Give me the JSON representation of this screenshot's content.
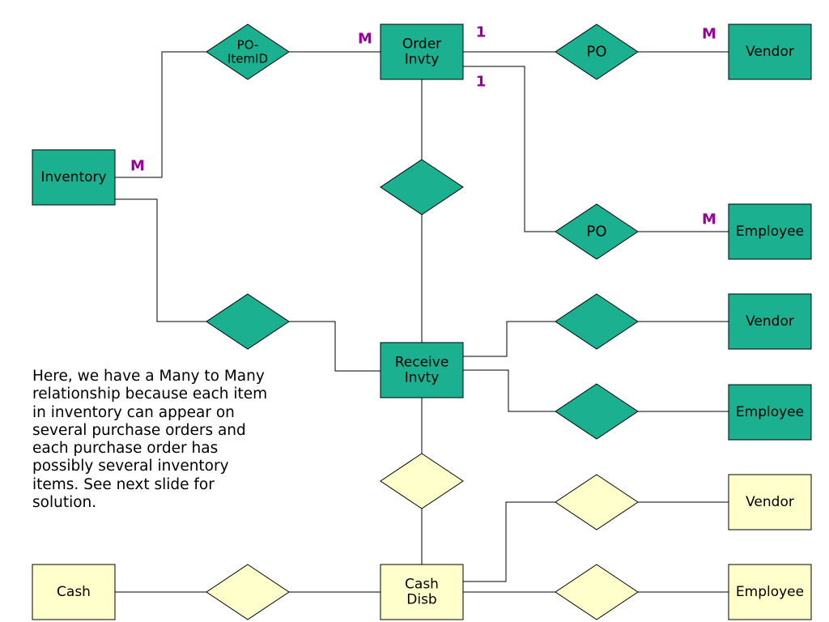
{
  "colors": {
    "teal": "#1bb08f",
    "cream": "#ffffcc",
    "line": "#000000",
    "cardinality": "#990099",
    "text": "#000000"
  },
  "entities": {
    "order_invty": [
      "Order",
      "Invty"
    ],
    "vendor_1": [
      "Vendor"
    ],
    "inventory": [
      "Inventory"
    ],
    "employee_1": [
      "Employee"
    ],
    "vendor_2": [
      "Vendor"
    ],
    "receive_invty": [
      "Receive",
      "Invty"
    ],
    "employee_2": [
      "Employee"
    ],
    "vendor_3": [
      "Vendor"
    ],
    "cash": [
      "Cash"
    ],
    "cash_disb": [
      "Cash",
      "Disb"
    ],
    "employee_3": [
      "Employee"
    ]
  },
  "relationships": {
    "po_itemid": [
      "PO-",
      "ItemID"
    ],
    "po_vendor": [
      "PO"
    ],
    "po_employee": [
      "PO"
    ],
    "order_receive": [],
    "inventory_receive": [],
    "receive_vendor": [],
    "receive_employee": [],
    "receive_cashdisb": [],
    "cash_cashdisb": [],
    "cashdisb_vendor": [],
    "cashdisb_employee": []
  },
  "cardinalities": {
    "order_poitemid": "M",
    "order_po_vendor": "1",
    "vendor_po": "M",
    "order_po_employee": "1",
    "employee_po": "M",
    "inventory_poitemid": "M"
  },
  "note": [
    "Here, we have a Many to Many",
    "relationship because each item",
    "in inventory can appear on",
    "several purchase orders and",
    "each purchase order has",
    "possibly several inventory",
    "items.  See next slide for",
    "solution."
  ]
}
